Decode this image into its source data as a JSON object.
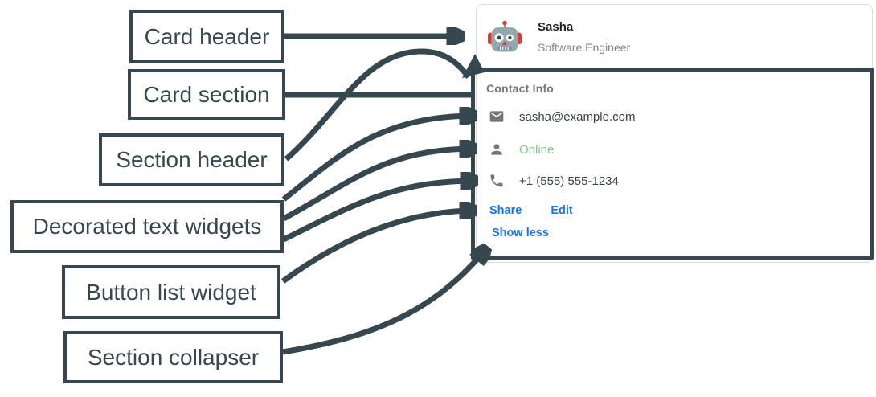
{
  "diagram": {
    "annotation_color": "#37474F",
    "labels": [
      {
        "id": "card-header",
        "text": "Card header"
      },
      {
        "id": "card-section",
        "text": "Card section"
      },
      {
        "id": "section-header",
        "text": "Section header"
      },
      {
        "id": "decorated-text",
        "text": "Decorated text widgets"
      },
      {
        "id": "button-list",
        "text": "Button list widget"
      },
      {
        "id": "section-collapser",
        "text": "Section collapser"
      }
    ],
    "arrows": [
      {
        "from": "Card header",
        "to": "card header area"
      },
      {
        "from": "Card section",
        "to": "card section outline"
      },
      {
        "from": "Section header",
        "to": "section top edge"
      },
      {
        "from": "Decorated text widgets",
        "to": "email row"
      },
      {
        "from": "Decorated text widgets",
        "to": "online row"
      },
      {
        "from": "Decorated text widgets",
        "to": "phone row"
      },
      {
        "from": "Button list widget",
        "to": "button row"
      },
      {
        "from": "Section collapser",
        "to": "show less control"
      }
    ]
  },
  "card": {
    "header": {
      "avatar_icon": "robot-icon",
      "name": "Sasha",
      "role": "Software Engineer"
    },
    "section": {
      "title": "Contact Info",
      "rows": [
        {
          "icon": "email-icon",
          "text": "sasha@example.com"
        },
        {
          "icon": "person-icon",
          "text": "Online",
          "status_color": "#81c784"
        },
        {
          "icon": "phone-icon",
          "text": "+1 (555) 555-1234"
        }
      ],
      "buttons": [
        {
          "label": "Share"
        },
        {
          "label": "Edit"
        }
      ],
      "collapser_label": "Show less",
      "accent_blue": "#1a73e8"
    }
  }
}
